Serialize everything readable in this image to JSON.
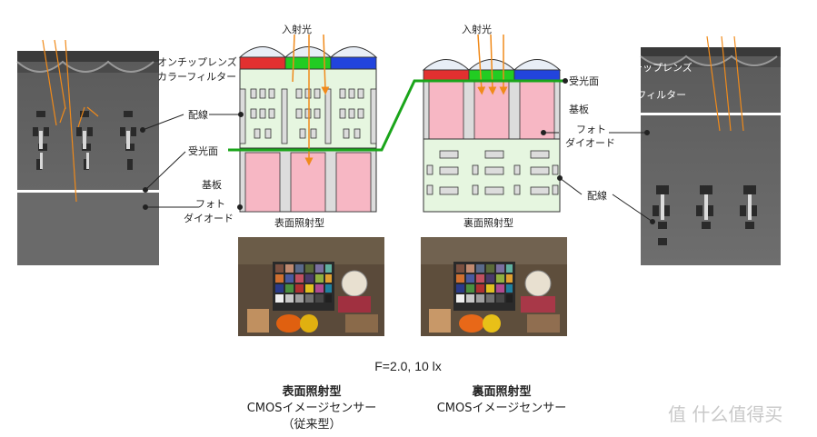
{
  "labels": {
    "incident_light": "入射光",
    "on_chip_lens": "オンチップレンズ",
    "color_filter": "カラーフィルター",
    "wiring": "配線",
    "light_receiving_surface": "受光面",
    "substrate": "基板",
    "photodiode_line1": "フォト",
    "photodiode_line2": "ダイオード"
  },
  "captions": {
    "fsi": "表面照射型",
    "bsi": "裏面照射型"
  },
  "condition": "F=2.0, 10 lx",
  "bottom": {
    "fsi_title": "表面照射型",
    "fsi_sub": "CMOSイメージセンサー",
    "fsi_note": "（従来型）",
    "bsi_title": "裏面照射型",
    "bsi_sub": "CMOSイメージセンサー"
  },
  "watermark": "值 什么值得买",
  "colors": {
    "red_filter": "#e23030",
    "green_filter": "#22cc22",
    "blue_filter": "#2244dd",
    "wiring_bg": "#e6f6e0",
    "photodiode": "#f7b7c4",
    "green_line": "#1aa51a",
    "light_ray": "#f08a1a"
  }
}
